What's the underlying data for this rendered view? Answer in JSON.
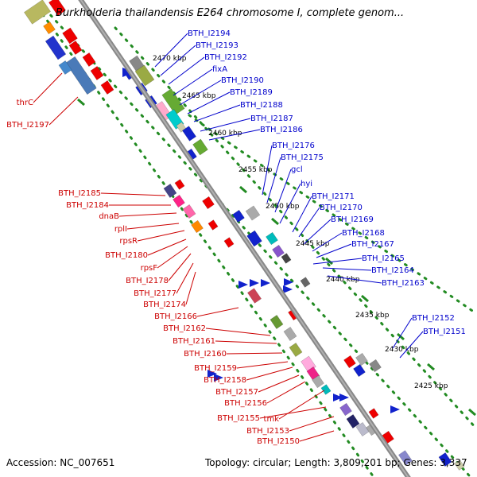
{
  "title": "Burkholderia thailandensis E264 chromosome I, complete genom...",
  "footer": {
    "accession": "Accession: NC_007651",
    "info": "Topology: circular; Length: 3,809,201 bp; Genes: 3,337"
  },
  "colors": {
    "forward_label": "#0000cc",
    "reverse_label": "#cc0000",
    "backbone": "#888888",
    "dots": "#228b22"
  },
  "scale_labels": [
    "2470 kbp",
    "2465 kbp",
    "2460 kbp",
    "2455 kbp",
    "2450 kbp",
    "2445 kbp",
    "2440 kbp",
    "2435 kbp",
    "2430 kbp",
    "2425 kbp"
  ],
  "forward_genes": [
    "BTH_I2194",
    "BTH_I2193",
    "BTH_I2192",
    "fixA",
    "BTH_I2190",
    "BTH_I2189",
    "BTH_I2188",
    "BTH_I2187",
    "BTH_I2186",
    "BTH_I2176",
    "BTH_I2175",
    "gcl",
    "hyi",
    "BTH_I2171",
    "BTH_I2170",
    "BTH_I2169",
    "BTH_I2168",
    "BTH_I2167",
    "BTH_I2165",
    "BTH_I2164",
    "BTH_I2163",
    "BTH_I2152",
    "BTH_I2151"
  ],
  "reverse_genes": [
    "thrC",
    "BTH_I2197",
    "BTH_I2185",
    "BTH_I2184",
    "dnaB",
    "rplI",
    "rpsR",
    "BTH_I2180",
    "rpsF",
    "BTH_I2178",
    "BTH_I2177",
    "BTH_I2174",
    "BTH_I2166",
    "BTH_I2162",
    "BTH_I2161",
    "BTH_I2160",
    "BTH_I2159",
    "BTH_I2158",
    "BTH_I2157",
    "BTH_I2156",
    "BTH_I2155",
    "tmk",
    "BTH_I2153",
    "BTH_I2150"
  ]
}
